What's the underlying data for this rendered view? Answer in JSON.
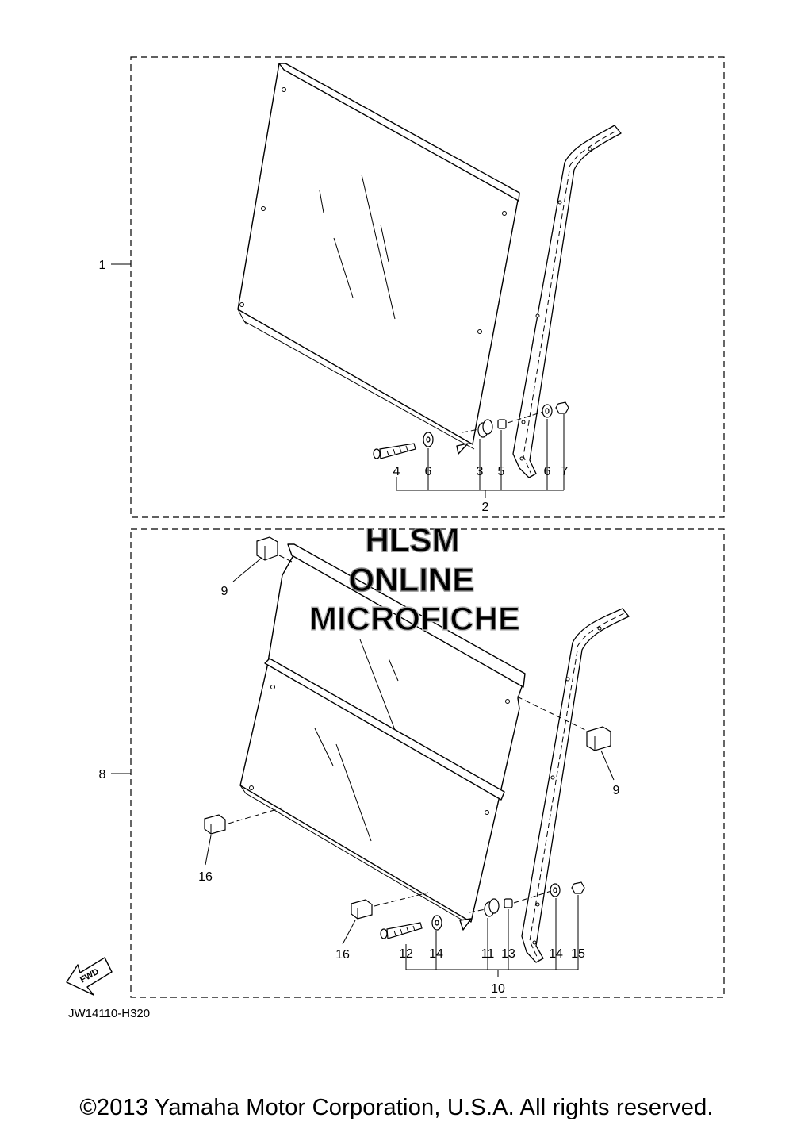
{
  "watermark": {
    "line1": "HLSM",
    "line2": "ONLINE",
    "line3": "MICROFICHE"
  },
  "fwd_badge": "FWD",
  "figure_code": "JW14110-H320",
  "copyright": "©2013 Yamaha Motor Corporation, U.S.A. All rights reserved.",
  "callouts": {
    "c1": "1",
    "c2": "2",
    "c3": "3",
    "c4": "4",
    "c5": "5",
    "c6a": "6",
    "c6b": "6",
    "c7": "7",
    "c8": "8",
    "c9a": "9",
    "c9b": "9",
    "c10": "10",
    "c11": "11",
    "c12": "12",
    "c13": "13",
    "c14a": "14",
    "c14b": "14",
    "c15": "15",
    "c16a": "16",
    "c16b": "16"
  }
}
